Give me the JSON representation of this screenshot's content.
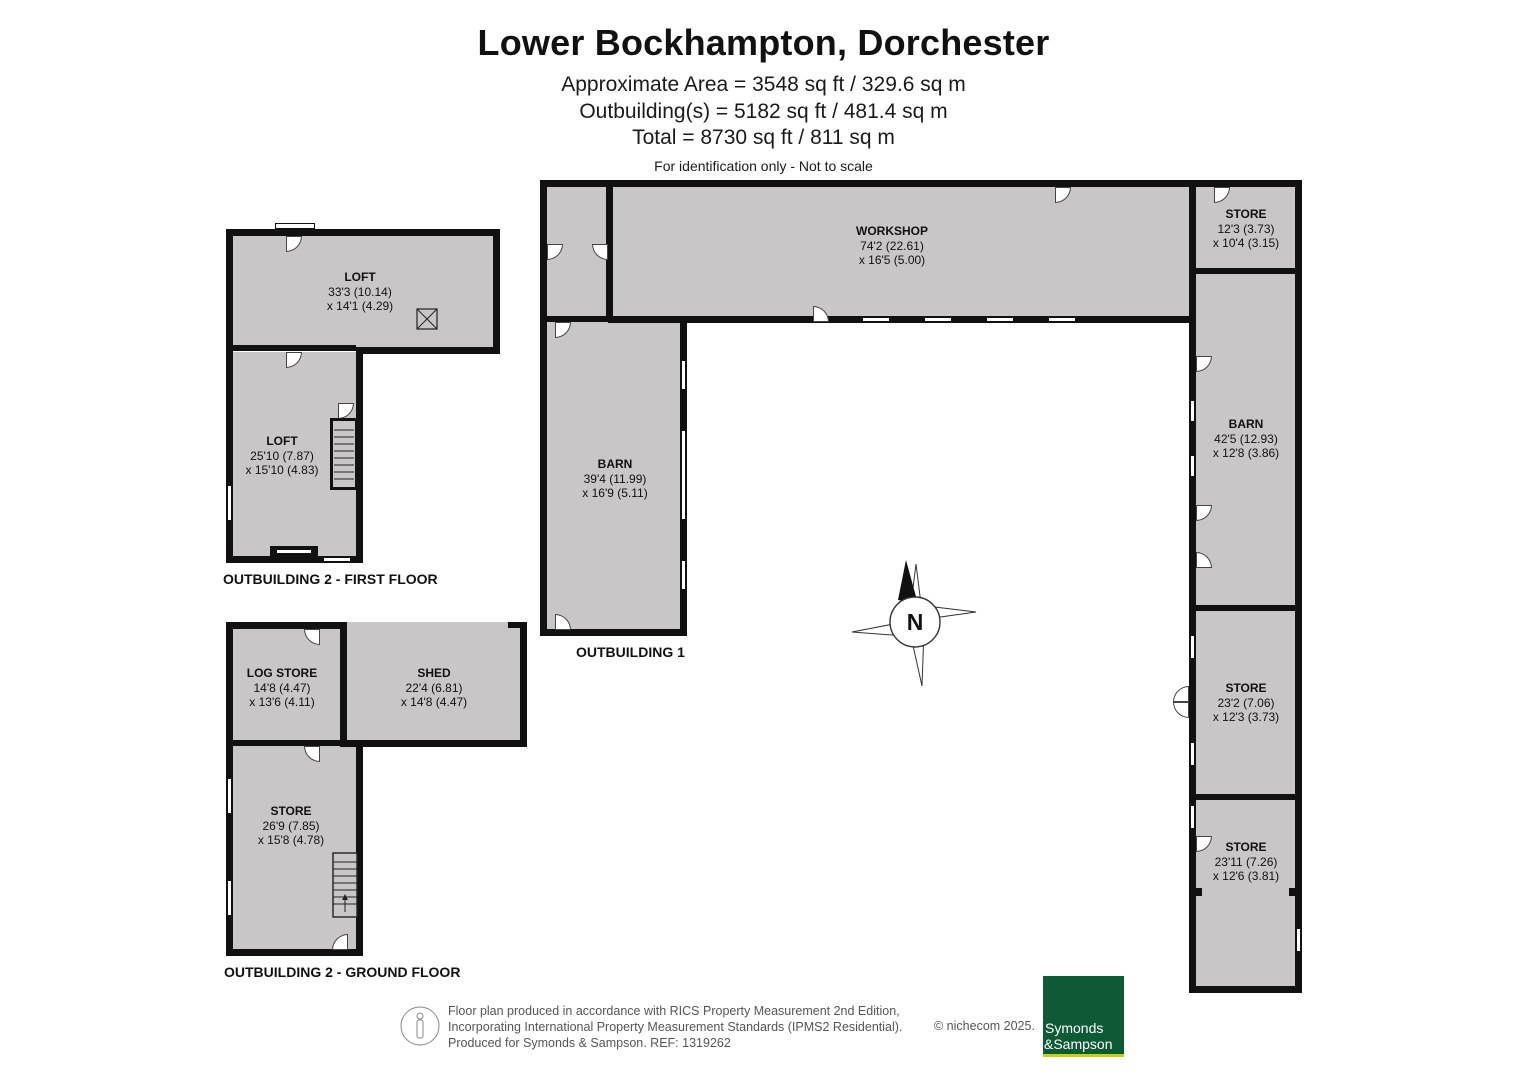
{
  "header": {
    "title": "Lower Bockhampton, Dorchester",
    "approx_area": "Approximate Area = 3548 sq ft / 329.6 sq m",
    "outbuildings": "Outbuilding(s) = 5182 sq ft / 481.4 sq m",
    "total": "Total = 8730 sq ft / 811 sq m",
    "note": "For identification only - Not to scale"
  },
  "rooms": {
    "workshop": {
      "name": "WORKSHOP",
      "dim1": "74'2 (22.61)",
      "dim2": "x 16'5 (5.00)"
    },
    "store_top": {
      "name": "STORE",
      "dim1": "12'3 (3.73)",
      "dim2": "x 10'4 (3.15)"
    },
    "barn_left": {
      "name": "BARN",
      "dim1": "39'4 (11.99)",
      "dim2": "x 16'9 (5.11)"
    },
    "barn_right": {
      "name": "BARN",
      "dim1": "42'5 (12.93)",
      "dim2": "x 12'8 (3.86)"
    },
    "store_mid": {
      "name": "STORE",
      "dim1": "23'2 (7.06)",
      "dim2": "x 12'3 (3.73)"
    },
    "store_bottom": {
      "name": "STORE",
      "dim1": "23'11 (7.26)",
      "dim2": "x 12'6 (3.81)"
    },
    "loft_top": {
      "name": "LOFT",
      "dim1": "33'3 (10.14)",
      "dim2": "x 14'1 (4.29)"
    },
    "loft_lower": {
      "name": "LOFT",
      "dim1": "25'10 (7.87)",
      "dim2": "x 15'10 (4.83)"
    },
    "log_store": {
      "name": "LOG STORE",
      "dim1": "14'8 (4.47)",
      "dim2": "x 13'6 (4.11)"
    },
    "shed": {
      "name": "SHED",
      "dim1": "22'4 (6.81)",
      "dim2": "x 14'8 (4.47)"
    },
    "store_ob2": {
      "name": "STORE",
      "dim1": "26'9 (7.85)",
      "dim2": "x 15'8 (4.78)"
    }
  },
  "labels": {
    "outbuilding1": "OUTBUILDING 1",
    "ob2_first": "OUTBUILDING 2 - FIRST FLOOR",
    "ob2_ground": "OUTBUILDING 2 - GROUND FLOOR"
  },
  "compass": {
    "letter": "N"
  },
  "footer": {
    "line1": "Floor plan produced in accordance with RICS Property Measurement 2nd Edition,",
    "line2": "Incorporating International Property Measurement Standards (IPMS2 Residential).",
    "line3": "Produced for Symonds & Sampson.   REF:  1319262",
    "copyright": "© nichecom 2025.",
    "logo_line1": "Symonds",
    "logo_line2": "&Sampson"
  },
  "colors": {
    "room_fill": "#c9c6c8",
    "wall": "#111111",
    "logo_bg": "#0d5a35",
    "logo_bar": "#c8d400"
  }
}
